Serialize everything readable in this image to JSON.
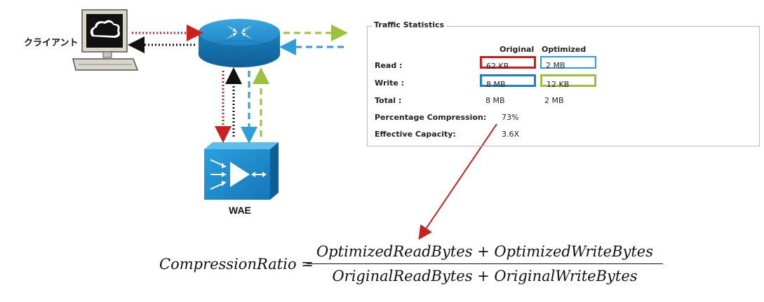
{
  "diagram": {
    "client_label": "クライアント",
    "wae_label": "WAE"
  },
  "stats": {
    "title": "Traffic Statistics",
    "col_original": "Original",
    "col_optimized": "Optimized",
    "rows": [
      {
        "label": "Read :",
        "original": "62 KB",
        "optimized": "2 MB"
      },
      {
        "label": "Write :",
        "original": "8 MB",
        "optimized": "12 KB"
      },
      {
        "label": "Total :",
        "original": "8 MB",
        "optimized": "2 MB"
      }
    ],
    "percentage_label": "Percentage Compression:",
    "percentage_value": "73%",
    "capacity_label": "Effective Capacity:",
    "capacity_value": "3.6X"
  },
  "formula": {
    "lhs": "CompressionRatio =",
    "numerator": "OptimizedReadBytes + OptimizedWriteBytes",
    "denominator": "OriginalReadBytes + OriginalWriteBytes"
  },
  "colors": {
    "red": "#cc1f1f",
    "blue": "#2e9fd6",
    "green": "#9bc23c",
    "black": "#111111",
    "device_blue": "#1e88c9"
  }
}
